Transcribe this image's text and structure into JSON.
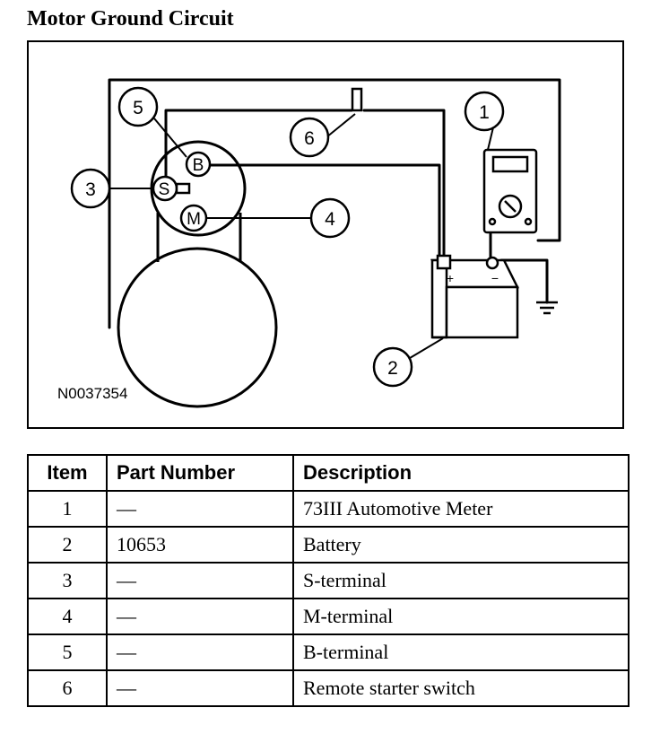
{
  "title": "Motor Ground Circuit",
  "figure": {
    "figure_id": "N0037354",
    "callouts": {
      "c1": "1",
      "c2": "2",
      "c3": "3",
      "c4": "4",
      "c5": "5",
      "c6": "6"
    },
    "terminals": {
      "b": "B",
      "s": "S",
      "m": "M"
    },
    "battery": {
      "plus": "+",
      "minus": "−"
    }
  },
  "table": {
    "headers": {
      "item": "Item",
      "part": "Part Number",
      "desc": "Description"
    },
    "rows": [
      {
        "item": "1",
        "part": "—",
        "desc": "73III Automotive Meter"
      },
      {
        "item": "2",
        "part": "10653",
        "desc": "Battery"
      },
      {
        "item": "3",
        "part": "—",
        "desc": "S-terminal"
      },
      {
        "item": "4",
        "part": "—",
        "desc": "M-terminal"
      },
      {
        "item": "5",
        "part": "—",
        "desc": "B-terminal"
      },
      {
        "item": "6",
        "part": "—",
        "desc": "Remote starter switch"
      }
    ]
  }
}
